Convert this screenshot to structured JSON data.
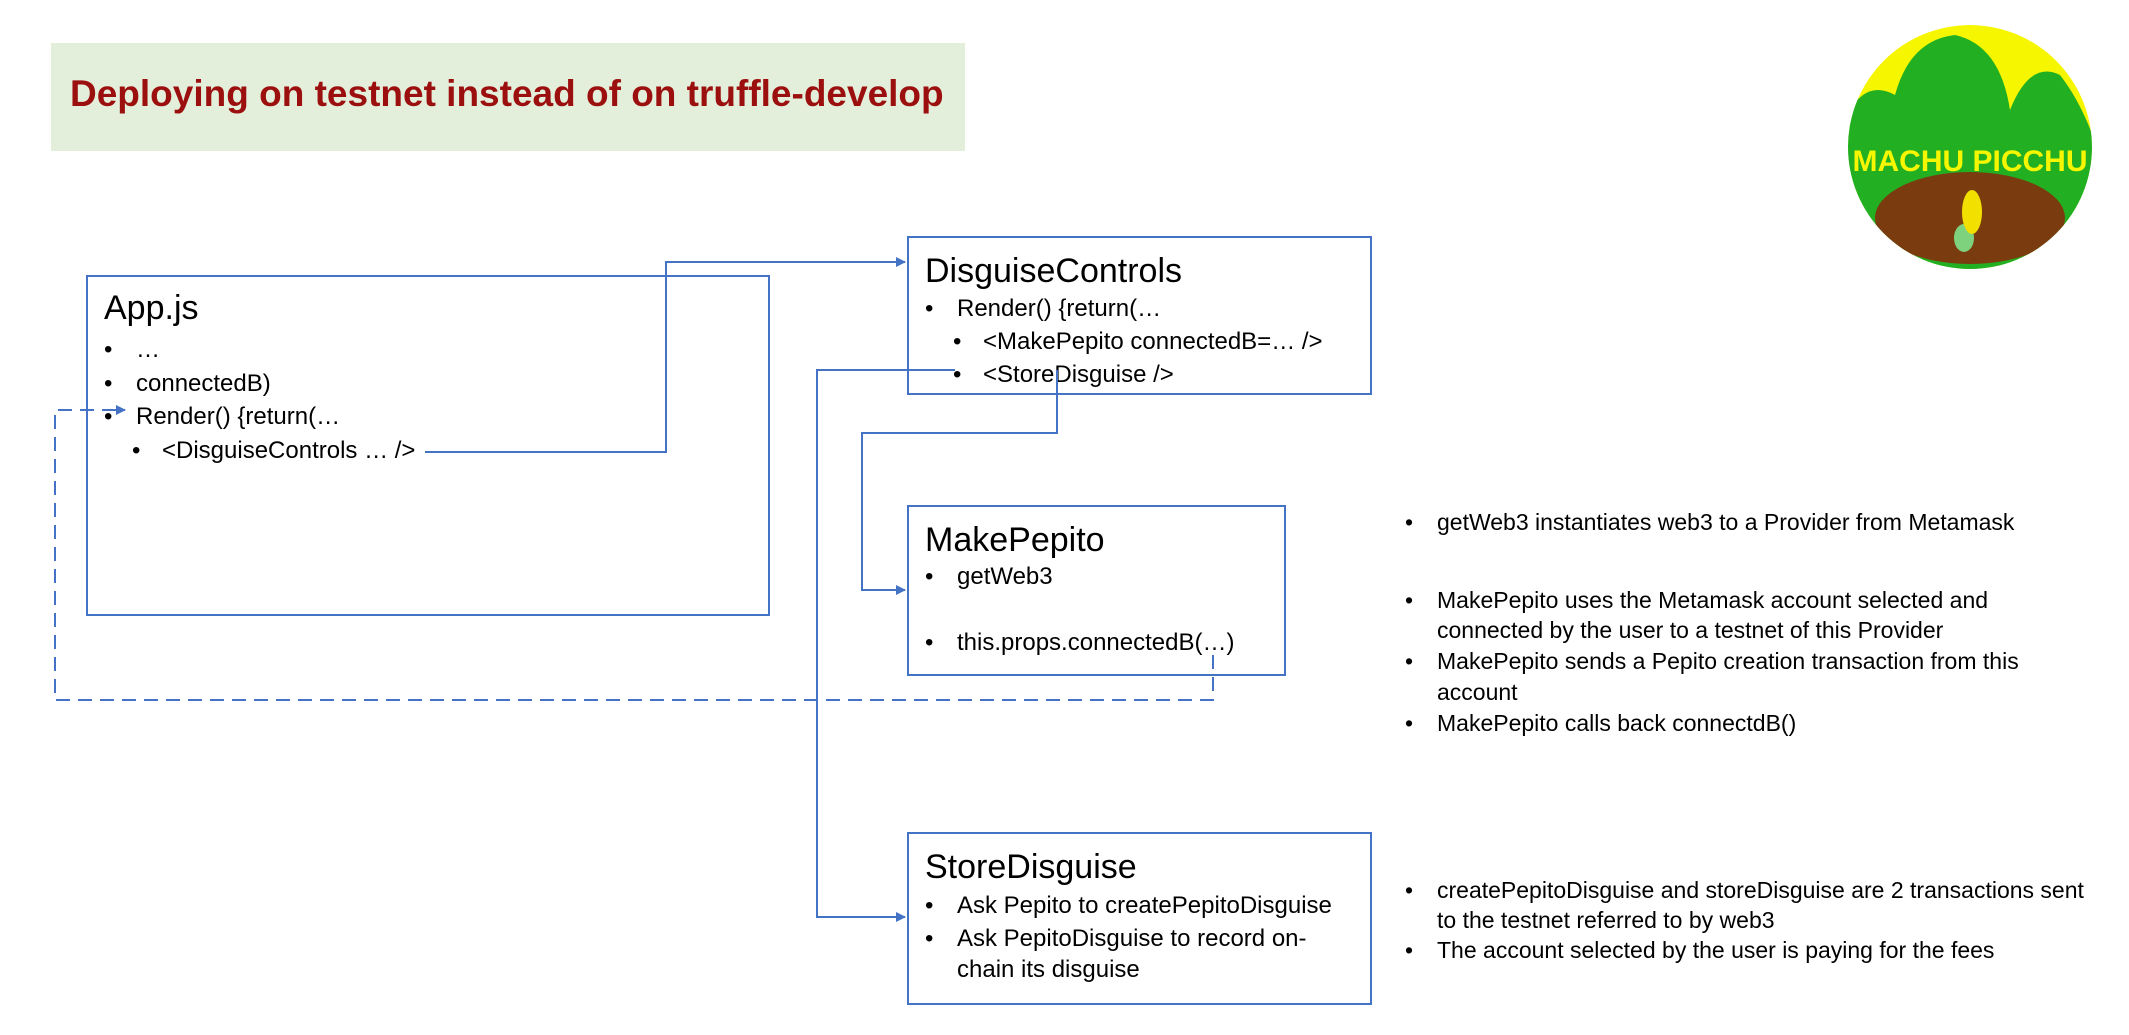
{
  "title": "Deploying on testnet instead of on truffle-develop",
  "logo": {
    "text": "MACHU PICCHU",
    "colors": {
      "sun": "#f6f600",
      "mountain": "#22b022",
      "soil": "#7a3b0f",
      "corn": "#f2e000"
    }
  },
  "colors": {
    "title_text": "#9c0f0f",
    "title_bg": "#e3efda",
    "box_border": "#4472c4",
    "arrow": "#4472c4"
  },
  "boxes": {
    "app": {
      "title": "App.js",
      "lines": [
        "…",
        "connectedB)",
        "Render() {return(…",
        "<DisguiseControls …  />"
      ]
    },
    "disguise": {
      "title": "DisguiseControls",
      "lines": [
        "Render() {return(…",
        "<MakePepito connectedB=… />",
        "<StoreDisguise />"
      ]
    },
    "make": {
      "title": "MakePepito",
      "lines": [
        "getWeb3",
        "this.props.connectedB(…)"
      ]
    },
    "store": {
      "title": "StoreDisguise",
      "lines": [
        "Ask Pepito to createPepitoDisguise",
        "Ask PepitoDisguise to record on-",
        "chain its disguise"
      ]
    }
  },
  "notes_make": [
    [
      "getWeb3 instantiates web3 to a Provider from Metamask"
    ],
    [
      "MakePepito uses the Metamask account selected and",
      "connected by the user to a testnet of this Provider"
    ],
    [
      "MakePepito sends a Pepito creation transaction from this",
      "account"
    ],
    [
      "MakePepito calls back connectdB()"
    ]
  ],
  "notes_store": [
    [
      "createPepitoDisguise and storeDisguise are 2 transactions sent",
      "to the testnet referred to by web3"
    ],
    [
      "The account selected by the user is paying for the fees"
    ]
  ],
  "bullet": "•"
}
